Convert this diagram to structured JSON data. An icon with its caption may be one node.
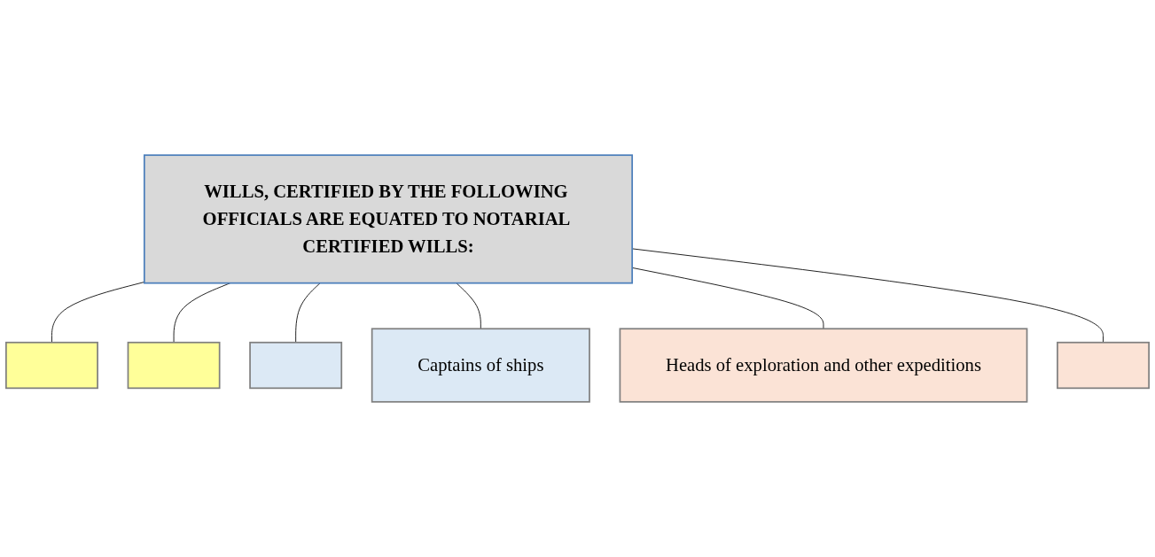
{
  "diagram": {
    "nodes": [
      {
        "text": [
          "WILLS, CERTIFIED BY THE FOLLOWING OFFICIALS ARE EQUATED TO NOTARIAL CERTIFIED WILLS:"
        ]
      },
      {
        "text": [],
        "shape": "box"
      },
      {
        "text": [],
        "shape": "box"
      },
      {
        "text": [],
        "shape": "box"
      },
      {
        "text": [
          "Captains of ships"
        ]
      },
      {
        "text": [
          "Heads of exploration and other expeditions"
        ]
      },
      {
        "text": [],
        "shape": "box"
      }
    ],
    "edges": [
      {
        "from": 0,
        "to": 1,
        "arrow": "none"
      },
      {
        "from": 0,
        "to": 2,
        "arrow": "none"
      },
      {
        "from": 0,
        "to": 3,
        "arrow": "none"
      },
      {
        "from": 0,
        "to": 4,
        "arrow": "none"
      },
      {
        "from": 0,
        "to": 5,
        "arrow": "none"
      },
      {
        "from": 0,
        "to": 6,
        "arrow": "none"
      }
    ]
  }
}
